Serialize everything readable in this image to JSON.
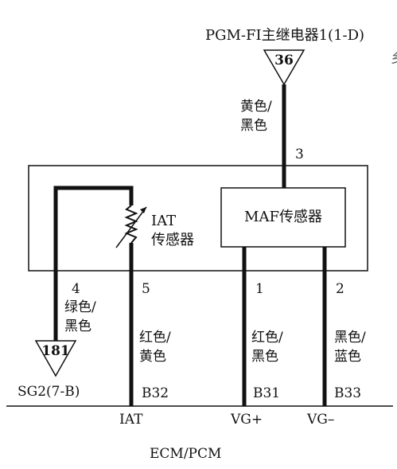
{
  "relay": {
    "label": "PGM-FI主继电器1(1-D)",
    "pin": "36"
  },
  "wire3": {
    "number": "3",
    "color_line1": "黄色/",
    "color_line2": "黑色"
  },
  "maf": {
    "label": "MAF传感器"
  },
  "iat_sensor": {
    "line1": "IAT",
    "line2": "传感器"
  },
  "wire4": {
    "number": "4",
    "color_line1": "绿色/",
    "color_line2": "黑色"
  },
  "wire5": {
    "number": "5",
    "color_line1": "红色/",
    "color_line2": "黄色",
    "terminal": "B32",
    "signal": "IAT"
  },
  "wire1": {
    "number": "1",
    "color_line1": "红色/",
    "color_line2": "黑色",
    "terminal": "B31",
    "signal": "VG+"
  },
  "wire2": {
    "number": "2",
    "color_line1": "黑色/",
    "color_line2": "蓝色",
    "terminal": "B33",
    "signal": "VG–"
  },
  "ground": {
    "label": "SG2(7-B)",
    "pin": "181"
  },
  "ecm": {
    "label": "ECM/PCM"
  },
  "edge_fragment": {
    "text": "乡"
  },
  "colors": {
    "line": "#111111",
    "background": "#ffffff"
  }
}
